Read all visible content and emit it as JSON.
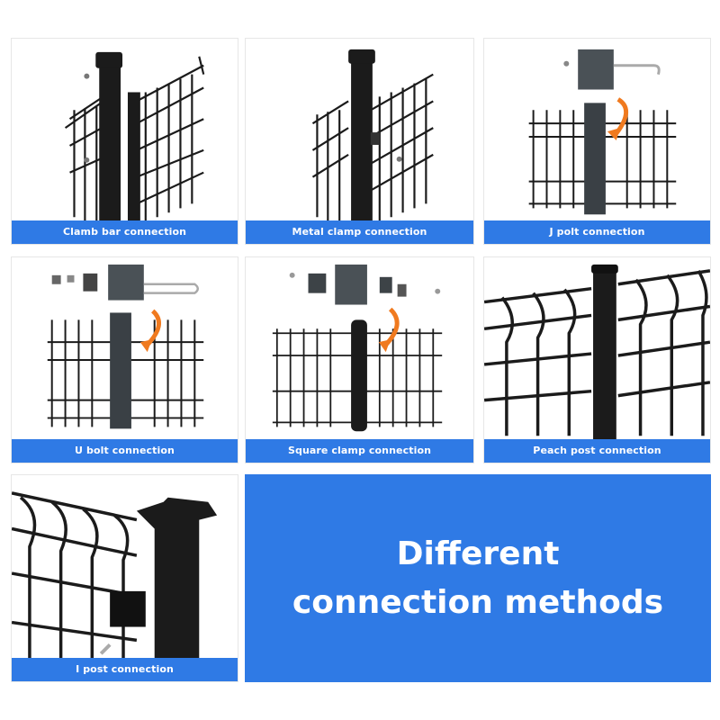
{
  "tiles": [
    {
      "id": "clamb-bar",
      "caption": "Clamb bar connection"
    },
    {
      "id": "metal-clamp",
      "caption": "Metal clamp connection"
    },
    {
      "id": "j-polt",
      "caption": "J polt connection"
    },
    {
      "id": "u-bolt",
      "caption": "U bolt connection"
    },
    {
      "id": "square-clamp",
      "caption": "Square clamp connection"
    },
    {
      "id": "peach-post",
      "caption": "Peach post connection"
    },
    {
      "id": "i-post",
      "caption": "I post connection"
    }
  ],
  "banner": {
    "line1": "Different",
    "line2": "connection methods"
  },
  "colors": {
    "accent": "#2f7ae5",
    "arrow": "#f07a1f",
    "steel": "#1b1b1b",
    "grey_part": "#4a5156"
  }
}
